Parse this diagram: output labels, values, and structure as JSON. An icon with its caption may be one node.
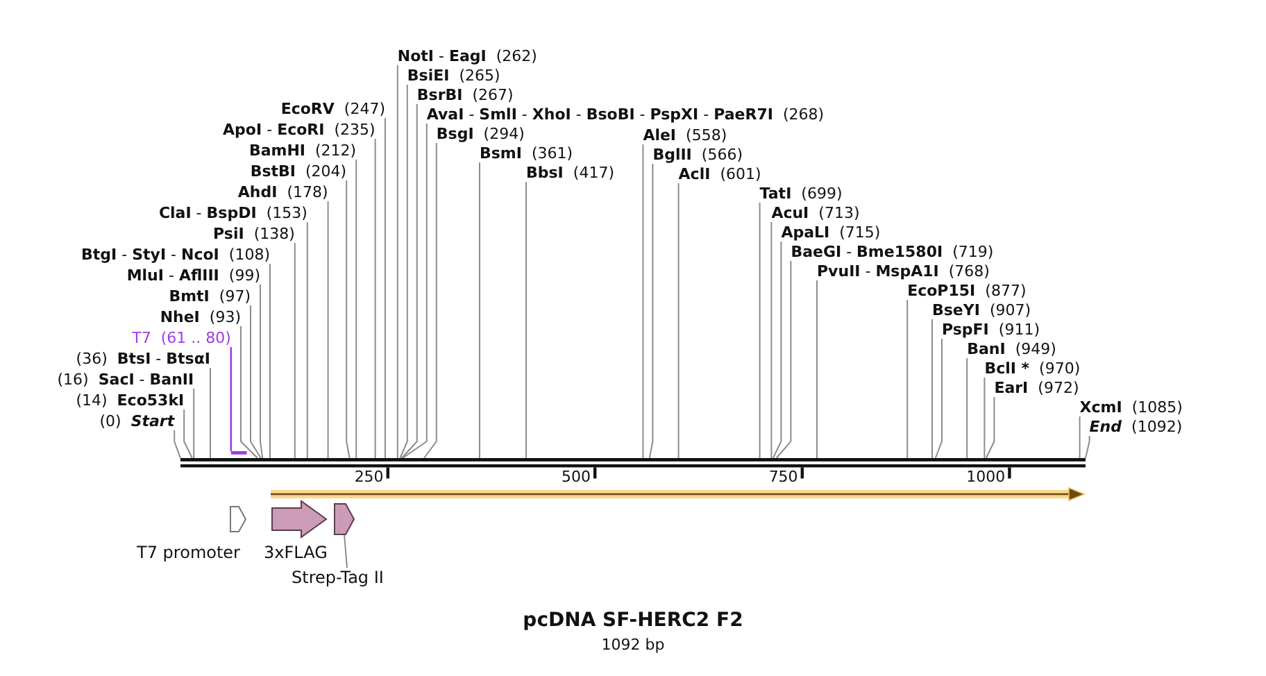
{
  "diagram": {
    "title": "pcDNA SF-HERC2 F2",
    "nodes": [
      {
        "text": [
          "(0)",
          "Start"
        ]
      },
      {
        "text": [
          "(14)",
          "Eco53kI"
        ]
      },
      {
        "text": [
          "(16)",
          "**SacI** - **BanII**"
        ]
      },
      {
        "text": [
          "(36)",
          "**BtsI** - **BtsαI**"
        ]
      },
      {
        "text": [
          "T7",
          "(61 .. 80)"
        ]
      },
      {
        "text": [
          "NheI",
          "(93)"
        ]
      },
      {
        "text": [
          "BmtI",
          "(97)"
        ]
      },
      {
        "text": [
          "**MluI** - **AflIII**",
          "(99)"
        ]
      },
      {
        "text": [
          "**BtgI** - **StyI** - **NcoI**",
          "(108)"
        ]
      },
      {
        "text": [
          "PsiI",
          "(138)"
        ]
      },
      {
        "text": [
          "**ClaI** - **BspDI**",
          "(153)"
        ]
      },
      {
        "text": [
          "AhdI",
          "(178)"
        ]
      },
      {
        "text": [
          "BstBI",
          "(204)"
        ]
      },
      {
        "text": [
          "BamHI",
          "(212)"
        ]
      },
      {
        "text": [
          "**ApoI** - **EcoRI**",
          "(235)"
        ]
      },
      {
        "text": [
          "EcoRV",
          "(247)"
        ]
      },
      {
        "text": [
          "**NotI** - **EagI**",
          "(262)"
        ]
      },
      {
        "text": [
          "BsiEI",
          "(265)"
        ]
      },
      {
        "text": [
          "BsrBI",
          "(267)"
        ]
      },
      {
        "text": [
          "**AvaI** - **SmlI** - **XhoI** - **BsoBI** - **PspXI** - **PaeR7I**",
          "(268)"
        ]
      },
      {
        "text": [
          "BsgI",
          "(294)"
        ]
      },
      {
        "text": [
          "BsmI",
          "(361)"
        ]
      },
      {
        "text": [
          "BbsI",
          "(417)"
        ]
      },
      {
        "text": [
          "AleI",
          "(558)"
        ]
      },
      {
        "text": [
          "BglII",
          "(566)"
        ]
      },
      {
        "text": [
          "AclI",
          "(601)"
        ]
      },
      {
        "text": [
          "TatI",
          "(699)"
        ]
      },
      {
        "text": [
          "AcuI",
          "(713)"
        ]
      },
      {
        "text": [
          "ApaLI",
          "(715)"
        ]
      },
      {
        "text": [
          "**BaeGI** - **Bme1580I**",
          "(719)"
        ]
      },
      {
        "text": [
          "**PvuII** - **MspA1I**",
          "(768)"
        ]
      },
      {
        "text": [
          "EcoP15I",
          "(877)"
        ]
      },
      {
        "text": [
          "BseYI",
          "(907)"
        ]
      },
      {
        "text": [
          "PspFI",
          "(911)"
        ]
      },
      {
        "text": [
          "BanI",
          "(949)"
        ]
      },
      {
        "text": [
          "BclI *",
          "(970)"
        ]
      },
      {
        "text": [
          "EarI",
          "(972)"
        ]
      },
      {
        "text": [
          "XcmI",
          "(1085)"
        ]
      },
      {
        "text": [
          "End",
          "(1092)"
        ]
      },
      {
        "text": [],
        "shape": "bar"
      },
      {
        "text": [],
        "shape": "bar"
      },
      {
        "text": [],
        "shape": "arrow"
      },
      {
        "text": [],
        "shape": "arrow",
        "beside": [
          "T7 promoter"
        ]
      },
      {
        "text": [],
        "shape": "arrow",
        "beside": [
          "3xFLAG"
        ]
      },
      {
        "text": [],
        "shape": "arrow"
      },
      {
        "text": [
          "Strep-Tag II"
        ]
      }
    ],
    "edges": [
      {
        "from": 0,
        "to": 39,
        "arrow": "none"
      },
      {
        "from": 1,
        "to": 39,
        "arrow": "none"
      },
      {
        "from": 2,
        "to": 39,
        "arrow": "none"
      },
      {
        "from": 3,
        "to": 39,
        "arrow": "none"
      },
      {
        "from": 4,
        "to": 40,
        "arrow": "none",
        "color": "#9e3ee6"
      },
      {
        "from": 5,
        "to": 39,
        "arrow": "none"
      },
      {
        "from": 6,
        "to": 39,
        "arrow": "none"
      },
      {
        "from": 7,
        "to": 39,
        "arrow": "none"
      },
      {
        "from": 8,
        "to": 39,
        "arrow": "none"
      },
      {
        "from": 9,
        "to": 39,
        "arrow": "none"
      },
      {
        "from": 10,
        "to": 39,
        "arrow": "none"
      },
      {
        "from": 11,
        "to": 39,
        "arrow": "none"
      },
      {
        "from": 12,
        "to": 39,
        "arrow": "none"
      },
      {
        "from": 13,
        "to": 39,
        "arrow": "none"
      },
      {
        "from": 14,
        "to": 39,
        "arrow": "none"
      },
      {
        "from": 15,
        "to": 39,
        "arrow": "none"
      },
      {
        "from": 16,
        "to": 39,
        "arrow": "none"
      },
      {
        "from": 17,
        "to": 39,
        "arrow": "none"
      },
      {
        "from": 18,
        "to": 39,
        "arrow": "none"
      },
      {
        "from": 19,
        "to": 39,
        "arrow": "none"
      },
      {
        "from": 20,
        "to": 39,
        "arrow": "none"
      },
      {
        "from": 21,
        "to": 39,
        "arrow": "none"
      },
      {
        "from": 22,
        "to": 39,
        "arrow": "none"
      },
      {
        "from": 23,
        "to": 39,
        "arrow": "none"
      },
      {
        "from": 24,
        "to": 39,
        "arrow": "none"
      },
      {
        "from": 25,
        "to": 39,
        "arrow": "none"
      },
      {
        "from": 26,
        "to": 39,
        "arrow": "none"
      },
      {
        "from": 27,
        "to": 39,
        "arrow": "none"
      },
      {
        "from": 28,
        "to": 39,
        "arrow": "none"
      },
      {
        "from": 29,
        "to": 39,
        "arrow": "none"
      },
      {
        "from": 30,
        "to": 39,
        "arrow": "none"
      },
      {
        "from": 31,
        "to": 39,
        "arrow": "none"
      },
      {
        "from": 32,
        "to": 39,
        "arrow": "none"
      },
      {
        "from": 33,
        "to": 39,
        "arrow": "none"
      },
      {
        "from": 34,
        "to": 39,
        "arrow": "none"
      },
      {
        "from": 35,
        "to": 39,
        "arrow": "none"
      },
      {
        "from": 36,
        "to": 39,
        "arrow": "none"
      },
      {
        "from": 37,
        "to": 39,
        "arrow": "none"
      },
      {
        "from": 38,
        "to": 39,
        "arrow": "none"
      },
      {
        "from": 45,
        "to": 44,
        "arrow": "none"
      }
    ],
    "labels": [
      "250",
      "500",
      "750",
      "1000",
      "1092 bp"
    ]
  }
}
